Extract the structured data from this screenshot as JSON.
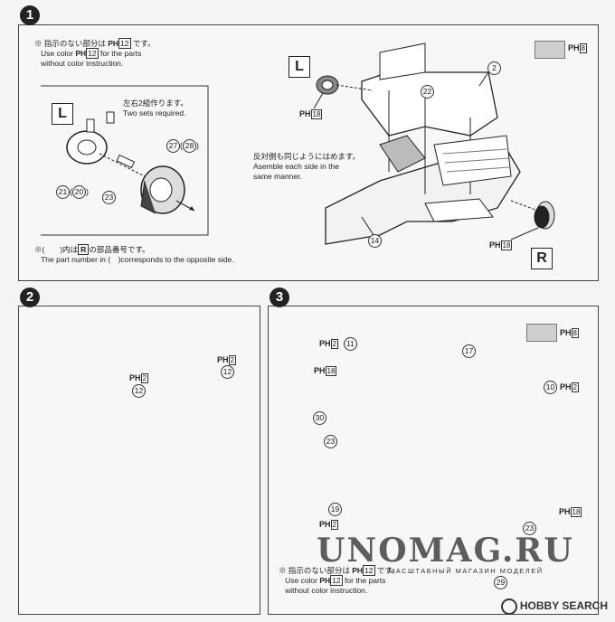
{
  "steps": {
    "s1": {
      "number": "1",
      "note_jp": "※ 指示のない部分は",
      "note_en1": "Use color",
      "note_en1b": "for the parts",
      "note_en2": "without color instruction.",
      "color_code": "12",
      "swatch_code": "8",
      "left_label": "L",
      "right_label": "R",
      "sets_jp": "左右2組作ります。",
      "sets_en": "Two sets required.",
      "same_jp": "反対側も同じようにはめます。",
      "same_en1": "Asemble each side in the",
      "same_en2": "same manner.",
      "footnote_jp": "※(　　)内は",
      "footnote_jp2": "の部品番号です。",
      "footnote_en": "The part number in (　)corresponds to the opposite side.",
      "footnote_box": "R",
      "ph18_a": "18",
      "ph18_b": "18",
      "parts": {
        "p2": "2",
        "p22": "22",
        "p14": "14",
        "p21": "21",
        "p20": "20",
        "p23": "23",
        "p27": "27",
        "p28": "28"
      }
    },
    "s2": {
      "number": "2",
      "ph2_a": "2",
      "ph2_b": "2",
      "parts": {
        "p12a": "12",
        "p12b": "12"
      }
    },
    "s3": {
      "number": "3",
      "swatch_code": "8",
      "ph2_a": "2",
      "ph18_a": "18",
      "ph2_b": "2",
      "ph2_c": "2",
      "ph18_b": "18",
      "note_jp": "※ 指示のない部分は",
      "note_en1": "Use color",
      "note_en1b": "for the parts",
      "note_en2": "without color instruction.",
      "color_code": "12",
      "parts": {
        "p11": "11",
        "p17": "17",
        "p10": "10",
        "p30": "30",
        "p23a": "23",
        "p19": "19",
        "p23b": "23",
        "p29": "29"
      }
    }
  },
  "ph_prefix": "PH",
  "watermark": {
    "main": "UNOMAG.RU",
    "sub": "МАСШТАБНЫЙ МАГАЗИН МОДЕЛЕЙ"
  },
  "brand": "HOBBY SEARCH"
}
